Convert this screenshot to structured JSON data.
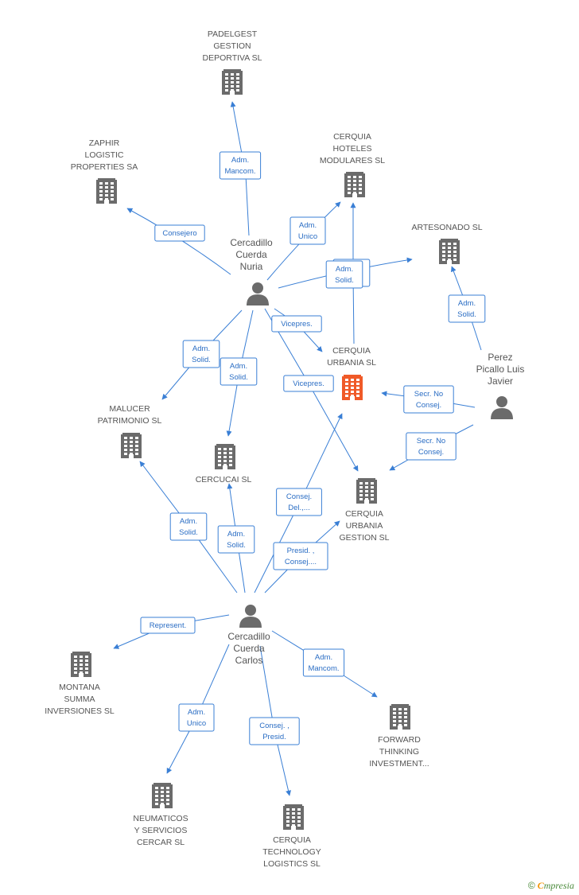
{
  "colors": {
    "edge": "#3a7fd5",
    "building": "#6b6b6b",
    "building_highlight": "#f05a28",
    "person": "#6b6b6b"
  },
  "nodes": [
    {
      "id": "padelgest",
      "kind": "company",
      "lines": [
        "PADELGEST",
        "GESTION",
        "DEPORTIVA SL"
      ]
    },
    {
      "id": "zaphir",
      "kind": "company",
      "lines": [
        "ZAPHIR",
        "LOGISTIC",
        "PROPERTIES SA"
      ]
    },
    {
      "id": "cerquia_hoteles",
      "kind": "company",
      "lines": [
        "CERQUIA",
        "HOTELES",
        "MODULARES SL"
      ]
    },
    {
      "id": "artesonado",
      "kind": "company",
      "lines": [
        "ARTESONADO SL"
      ]
    },
    {
      "id": "nuria",
      "kind": "person",
      "lines": [
        "Cercadillo",
        "Cuerda",
        "Nuria"
      ]
    },
    {
      "id": "cerquia_urbania",
      "kind": "company",
      "highlight": true,
      "lines": [
        "CERQUIA",
        "URBANIA SL"
      ]
    },
    {
      "id": "perez",
      "kind": "person",
      "lines": [
        "Perez",
        "Picallo Luis",
        "Javier"
      ]
    },
    {
      "id": "malucer",
      "kind": "company",
      "lines": [
        "MALUCER",
        "PATRIMONIO SL"
      ]
    },
    {
      "id": "cercucai",
      "kind": "company",
      "lines": [
        "CERCUCAI SL"
      ]
    },
    {
      "id": "cerquia_gestion",
      "kind": "company",
      "lines": [
        "CERQUIA",
        "URBANIA",
        "GESTION  SL"
      ]
    },
    {
      "id": "carlos",
      "kind": "person",
      "lines": [
        "Cercadillo",
        "Cuerda",
        "Carlos"
      ]
    },
    {
      "id": "montana",
      "kind": "company",
      "lines": [
        "MONTANA",
        "SUMMA",
        "INVERSIONES SL"
      ]
    },
    {
      "id": "forward",
      "kind": "company",
      "lines": [
        "FORWARD",
        "THINKING",
        "INVESTMENT..."
      ]
    },
    {
      "id": "neumaticos",
      "kind": "company",
      "lines": [
        "NEUMATICOS",
        "Y SERVICIOS",
        "CERCAR  SL"
      ]
    },
    {
      "id": "cerquia_tech",
      "kind": "company",
      "lines": [
        "CERQUIA",
        "TECHNOLOGY",
        "LOGISTICS SL"
      ]
    }
  ],
  "edges": [
    {
      "id": "e1",
      "lines": [
        "Adm.",
        "Mancom."
      ]
    },
    {
      "id": "e2",
      "lines": [
        "Consejero"
      ]
    },
    {
      "id": "e3",
      "lines": [
        "Adm.",
        "Unico"
      ]
    },
    {
      "id": "e4",
      "lines": [
        "Adm.",
        "Solid."
      ]
    },
    {
      "id": "e5",
      "lines": [
        "Adm.",
        "Solid."
      ]
    },
    {
      "id": "e6",
      "lines": [
        "Vicepres."
      ]
    },
    {
      "id": "e7",
      "lines": [
        "Adm.",
        "Solid."
      ]
    },
    {
      "id": "e8",
      "lines": [
        "Adm.",
        "Solid."
      ]
    },
    {
      "id": "e9",
      "lines": [
        "Vicepres."
      ]
    },
    {
      "id": "e10",
      "lines": [
        "Adm.",
        "Solid."
      ]
    },
    {
      "id": "e11",
      "lines": [
        "Secr.  No",
        "Consej."
      ]
    },
    {
      "id": "e12",
      "lines": [
        "Secr.  No",
        "Consej."
      ]
    },
    {
      "id": "e13",
      "lines": [
        "Adm.",
        "Solid."
      ]
    },
    {
      "id": "e14",
      "lines": [
        "Adm.",
        "Solid."
      ]
    },
    {
      "id": "e15",
      "lines": [
        "Consej.",
        "Del.,..."
      ]
    },
    {
      "id": "e16",
      "lines": [
        "Presid. ,",
        "Consej...."
      ]
    },
    {
      "id": "e17",
      "lines": [
        "Represent."
      ]
    },
    {
      "id": "e18",
      "lines": [
        "Adm.",
        "Mancom."
      ]
    },
    {
      "id": "e19",
      "lines": [
        "Adm.",
        "Unico"
      ]
    },
    {
      "id": "e20",
      "lines": [
        "Consej. ,",
        "Presid."
      ]
    }
  ],
  "watermark": {
    "copyright": "©",
    "brand_initial": "C",
    "brand_rest": "mpresia"
  }
}
